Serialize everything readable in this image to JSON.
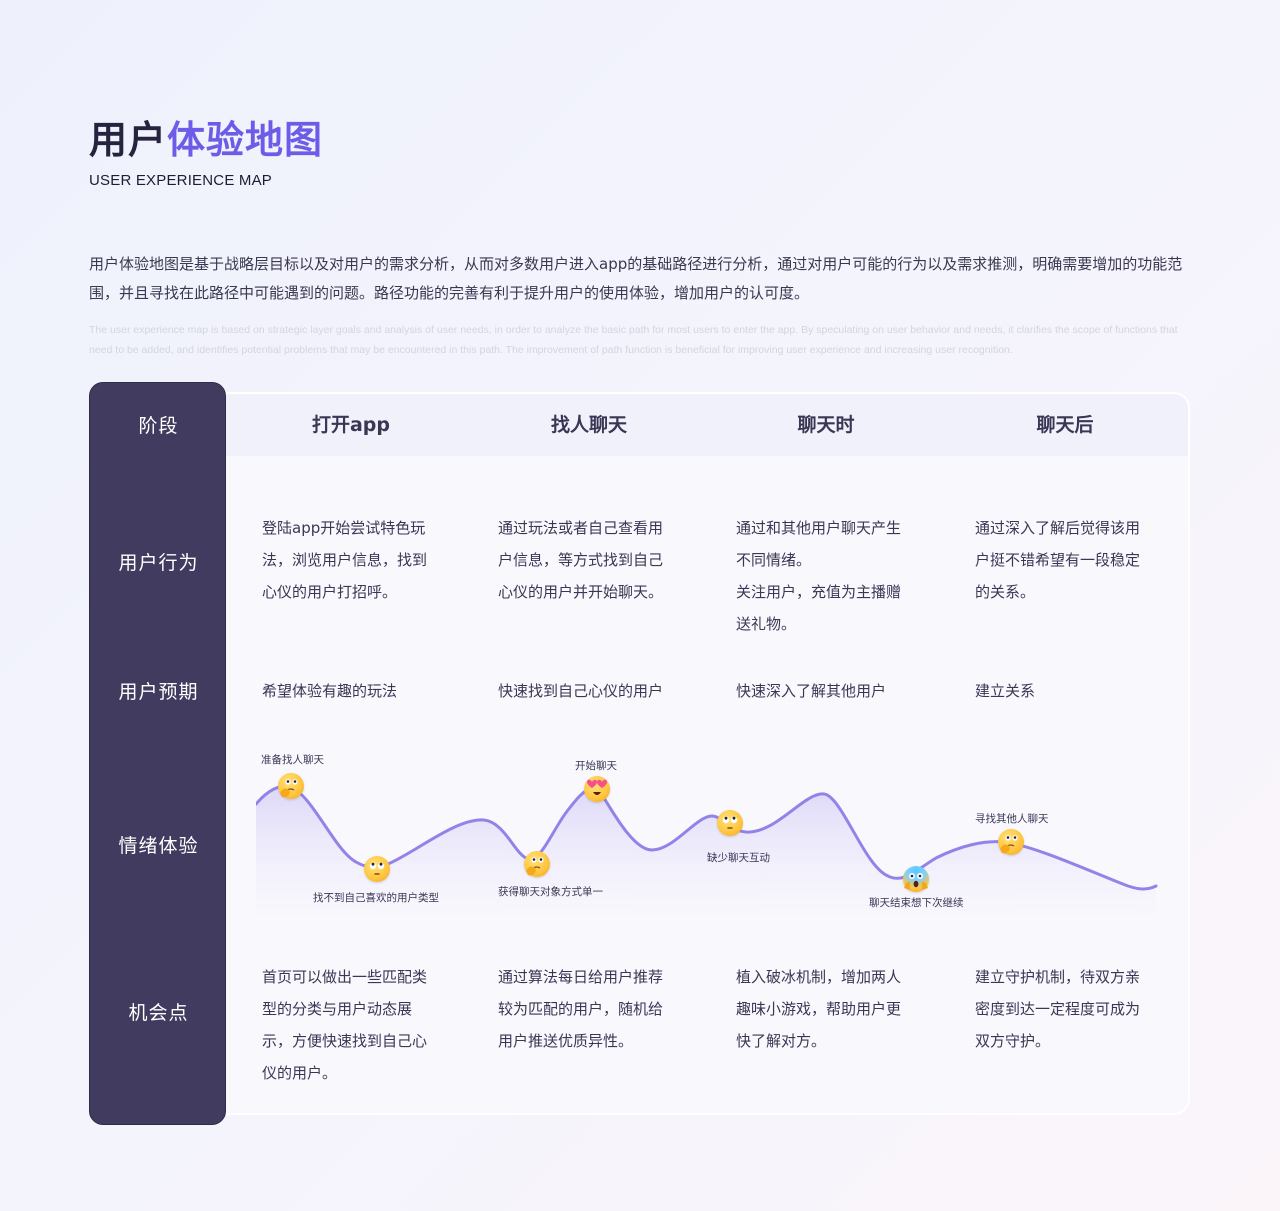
{
  "header": {
    "title_dark": "用户",
    "title_accent": "体验地图",
    "subtitle": "USER EXPERIENCE MAP",
    "description_cn": "用户体验地图是基于战略层目标以及对用户的需求分析，从而对多数用户进入app的基础路径进行分析，通过对用户可能的行为以及需求推测，明确需要增加的功能范围，并且寻找在此路径中可能遇到的问题。路径功能的完善有利于提升用户的使用体验，增加用户的认可度。",
    "description_en": "The user experience map is based on strategic layer goals and analysis of user needs, in order to analyze the basic path for most users to enter the app. By speculating on user behavior and needs, it clarifies the scope of functions that need to be added, and identifies potential problems that may be encountered in this path. The improvement of path function is beneficial for improving user experience and increasing user recognition."
  },
  "colors": {
    "accent": "#6c5ce7",
    "sidebar": "#403b5f",
    "curve": "#9383e8",
    "title_dark": "#26233f"
  },
  "rows": {
    "stage": "阶段",
    "behavior": "用户行为",
    "expectation": "用户预期",
    "emotion": "情绪体验",
    "opportunity": "机会点"
  },
  "stages": [
    {
      "name": "打开app",
      "behavior": [
        "登陆app开始尝试特色玩",
        "法，浏览用户信息，找到",
        "心仪的用户打招呼。"
      ],
      "expectation": "希望体验有趣的玩法",
      "opportunity": [
        "首页可以做出一些匹配类",
        "型的分类与用户动态展",
        "示，方便快速找到自己心",
        "仪的用户。"
      ]
    },
    {
      "name": "找人聊天",
      "behavior": [
        "通过玩法或者自己查看用",
        "户信息，等方式找到自己",
        "心仪的用户并开始聊天。"
      ],
      "expectation": "快速找到自己心仪的用户",
      "opportunity": [
        "通过算法每日给用户推荐",
        "较为匹配的用户，随机给",
        "用户推送优质异性。"
      ]
    },
    {
      "name": "聊天时",
      "behavior": [
        "通过和其他用户聊天产生",
        "不同情绪。",
        "关注用户，充值为主播赠",
        "送礼物。"
      ],
      "expectation": "快速深入了解其他用户",
      "opportunity": [
        "植入破冰机制，增加两人",
        "趣味小游戏，帮助用户更",
        "快了解对方。"
      ]
    },
    {
      "name": "聊天后",
      "behavior": [
        "通过深入了解后觉得该用",
        "户挺不错希望有一段稳定",
        "的关系。"
      ],
      "expectation": "建立关系",
      "opportunity": [
        "建立守护机制，待双方亲",
        "密度到达一定程度可成为",
        "双方守护。"
      ]
    }
  ],
  "emotions": [
    {
      "label": "准备找人聊天",
      "icon": "thinking-face-icon"
    },
    {
      "label": "找不到自己喜欢的用户类型",
      "icon": "eye-roll-face-icon"
    },
    {
      "label": "获得聊天对象方式单一",
      "icon": "thinking-face-icon"
    },
    {
      "label": "开始聊天",
      "icon": "heart-eyes-face-icon"
    },
    {
      "label": "缺少聊天互动",
      "icon": "eye-roll-face-icon"
    },
    {
      "label": "聊天结束想下次继续",
      "icon": "screaming-face-icon"
    },
    {
      "label": "寻找其他人聊天",
      "icon": "thinking-face-icon"
    }
  ]
}
